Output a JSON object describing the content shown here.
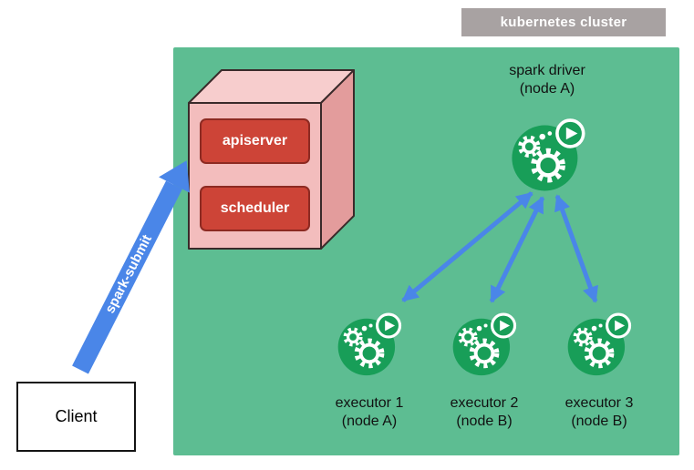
{
  "cluster": {
    "label": "kubernetes cluster"
  },
  "control_plane": {
    "apiserver": "apiserver",
    "scheduler": "scheduler"
  },
  "driver": {
    "title": "spark driver",
    "node": "(node A)"
  },
  "executors": [
    {
      "title": "executor 1",
      "node": "(node A)"
    },
    {
      "title": "executor 2",
      "node": "(node B)"
    },
    {
      "title": "executor 3",
      "node": "(node B)"
    }
  ],
  "client": {
    "label": "Client"
  },
  "arrows": {
    "spark_submit_label": "spark-submit"
  },
  "colors": {
    "cluster_bg": "#5dbd92",
    "pod_green": "#189e58",
    "arrow_blue": "#4a86e8",
    "box_red": "#cd4437",
    "cube_front_pink": "#f3bdbd",
    "cube_top_pink": "#f7cdcd",
    "cube_side_pink": "#e39c9c",
    "label_gray": "#a8a2a2"
  }
}
